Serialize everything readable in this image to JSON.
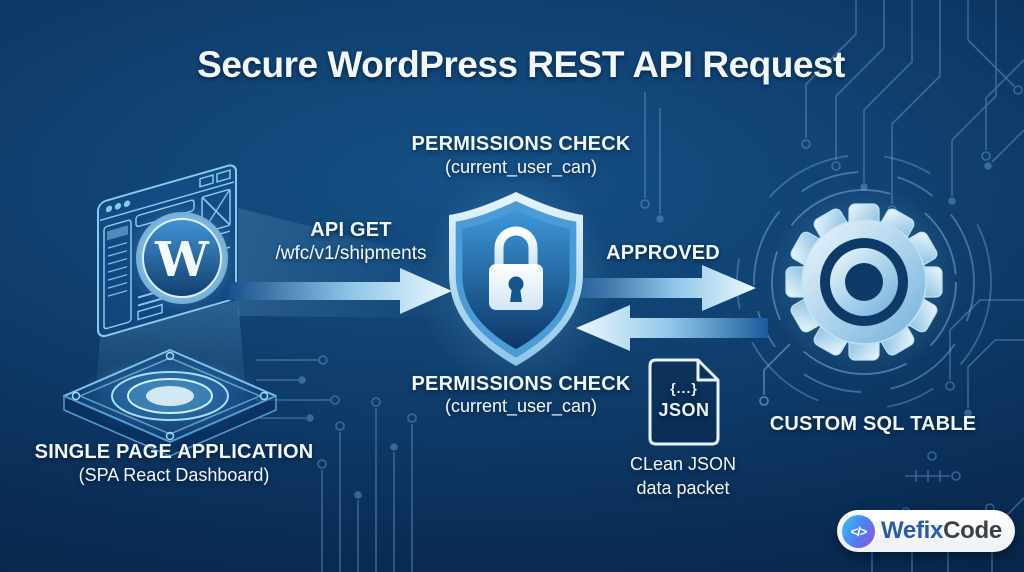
{
  "title": "Secure WordPress REST API Request",
  "spa": {
    "logo_letter": "W",
    "label_line1": "SINGLE PAGE APPLICATION",
    "label_line2": "(SPA React Dashboard)"
  },
  "request_arrow": {
    "label_line1": "API GET",
    "label_line2": "/wfc/v1/shipments"
  },
  "permissions_top": {
    "line1": "PERMISSIONS CHECK",
    "line2": "(current_user_can)"
  },
  "permissions_bottom": {
    "line1": "PERMISSIONS CHECK",
    "line2": "(current_user_can)"
  },
  "approved_arrow": {
    "label": "APPROVED"
  },
  "database": {
    "label": "CUSTOM SQL TABLE"
  },
  "json_packet": {
    "braces": "{...}",
    "file_label": "JSON",
    "caption_line1": "CLean JSON",
    "caption_line2": "data packet"
  },
  "brand": {
    "name_part1": "Wefix",
    "name_part2": "Code",
    "icon_glyph": "</>"
  },
  "icons": {
    "shield": "shield-lock-icon",
    "gear": "gear-icon",
    "json_file": "json-file-icon",
    "wordpress": "wordpress-logo",
    "hologram": "hologram-platform",
    "code_badge": "code-brackets-icon"
  },
  "colors": {
    "background_dark": "#071f3e",
    "background_mid": "#104070",
    "accent_light": "#9fd8f5",
    "trace_blue": "#6aa5d8",
    "arrow_dark": "#174f8c",
    "arrow_light": "#eef9ff",
    "brand_blue": "#2a5caa",
    "brand_dark": "#3b4046",
    "text_white": "#f2f8fc"
  }
}
